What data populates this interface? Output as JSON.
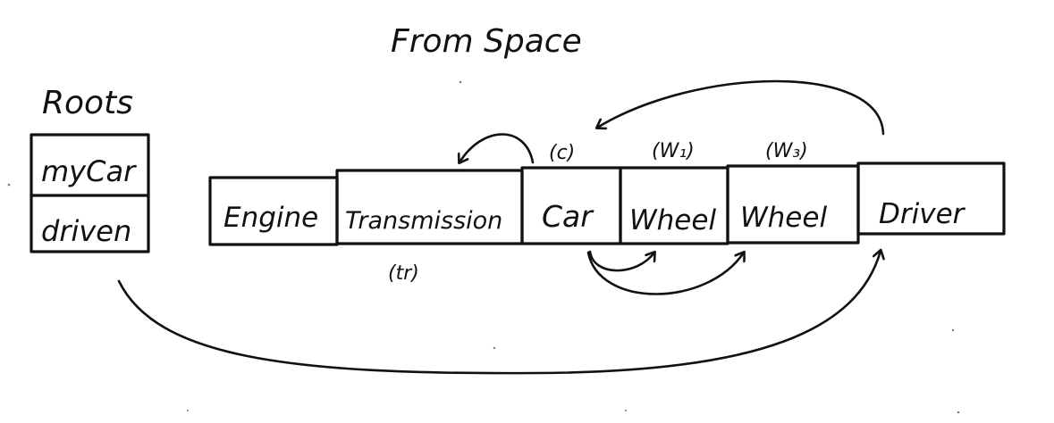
{
  "title": "From Space",
  "roots": {
    "heading": "Roots",
    "items": [
      "myCar",
      "driven"
    ]
  },
  "heap": {
    "cells": [
      "Engine",
      "Transmission",
      "Car",
      "Wheel",
      "Wheel",
      "Driver"
    ],
    "tags": {
      "car": "(c)",
      "wheel1": "(W₁)",
      "wheel2": "(W₃)",
      "transmission": "(tr)"
    }
  },
  "colors": {
    "ink": "#111111",
    "paper": "#ffffff"
  }
}
